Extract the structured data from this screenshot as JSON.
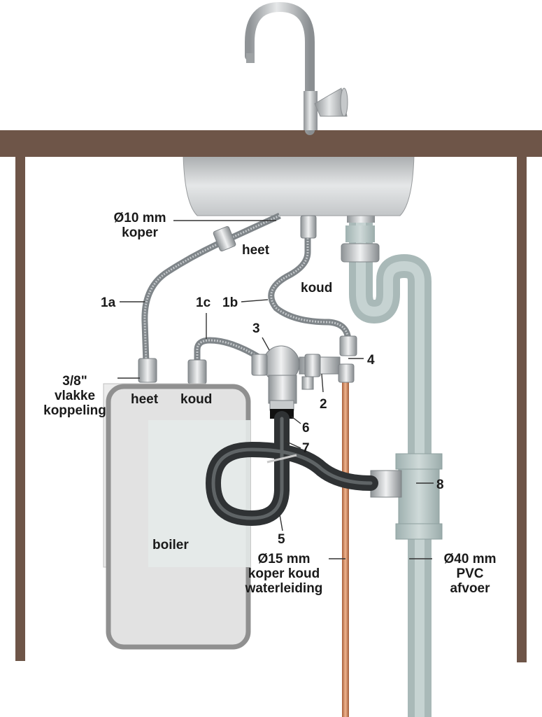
{
  "colors": {
    "counter": "#6e5548",
    "sink": "#c8cacc",
    "boiler_fill": "#e2e2e2",
    "boiler_border": "#909090",
    "flex_hose": "#8e9498",
    "copper": "#c98258",
    "pvc": "#b5c4c3",
    "drain_hose": "#3a3d3f",
    "tap": "#b9bcbe"
  },
  "labels": {
    "diam10": {
      "line1": "Ø10 mm",
      "line2": "koper"
    },
    "heet_top": "heet",
    "koud_top": "koud",
    "n1a": "1a",
    "n1b": "1b",
    "n1c": "1c",
    "n3": "3",
    "n4": "4",
    "n2": "2",
    "coupling": {
      "line1": "3/8\"",
      "line2": "vlakke",
      "line3": "koppeling"
    },
    "heet_boiler": "heet",
    "koud_boiler": "koud",
    "n6": "6",
    "n7": "7",
    "n8": "8",
    "n5": "5",
    "boiler": "boiler",
    "diam15": {
      "line1": "Ø15 mm",
      "line2": "koper koud",
      "line3": "waterleiding"
    },
    "diam40": {
      "line1": "Ø40 mm",
      "line2": "PVC",
      "line3": "afvoer"
    }
  }
}
